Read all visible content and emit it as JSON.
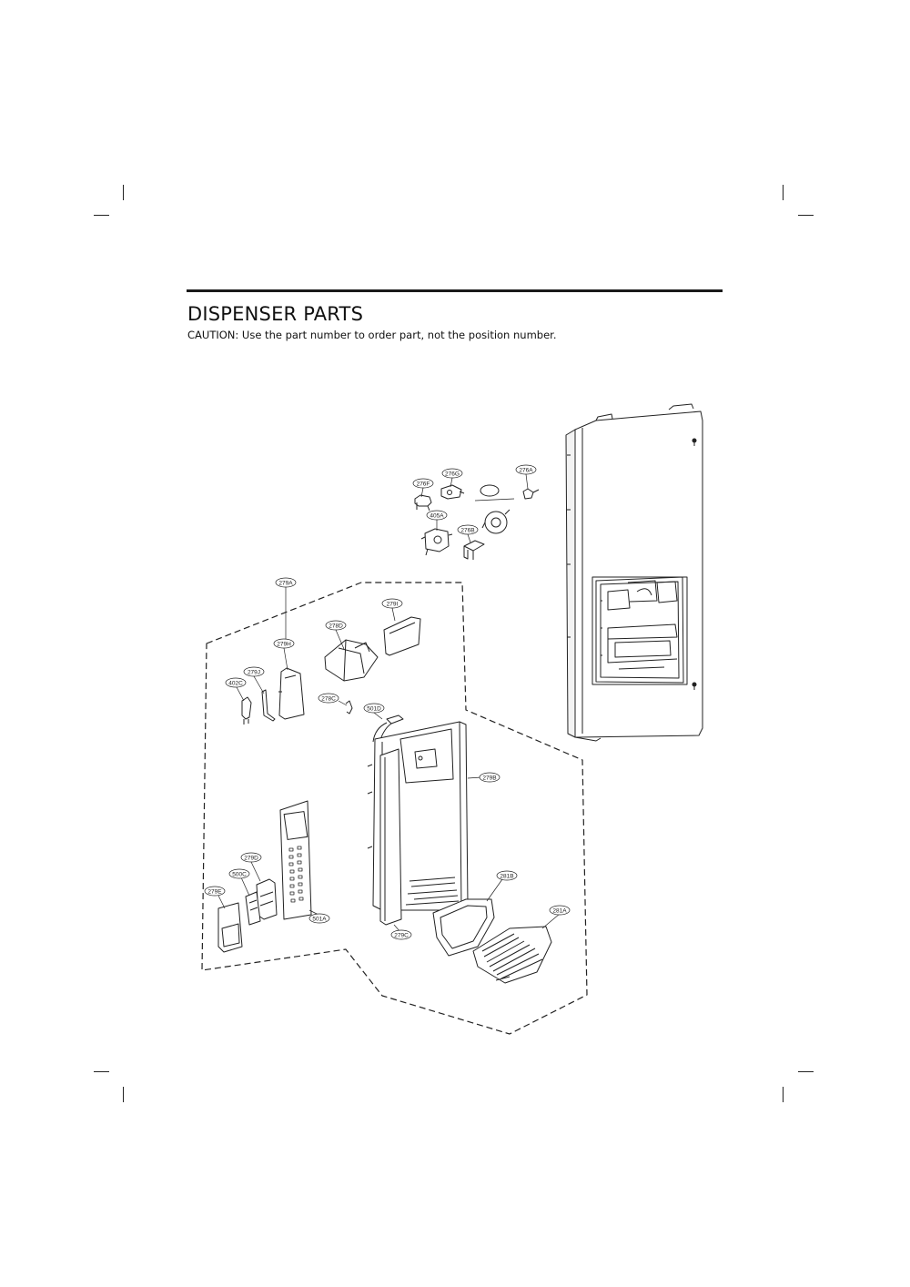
{
  "header": {
    "title": "DISPENSER PARTS",
    "caution": "CAUTION: Use the part number to order part, not the position number."
  },
  "callouts": {
    "c276A": "276A",
    "c276G": "276G",
    "c276F": "276F",
    "c405A": "405A",
    "c276B": "276B",
    "c279A": "279A",
    "c279I": "279I",
    "c278D": "278D",
    "c279H": "279H",
    "c279J": "279J",
    "c402C": "402C",
    "c278C": "278C",
    "c501D": "501D",
    "c279B": "279B",
    "c279D": "279D",
    "c500C": "500C",
    "c279E": "279E",
    "c501A": "501A",
    "c281B": "281B",
    "c281A": "281A",
    "c279C": "279C"
  },
  "colors": {
    "line": "#222222",
    "paper": "#ffffff"
  }
}
